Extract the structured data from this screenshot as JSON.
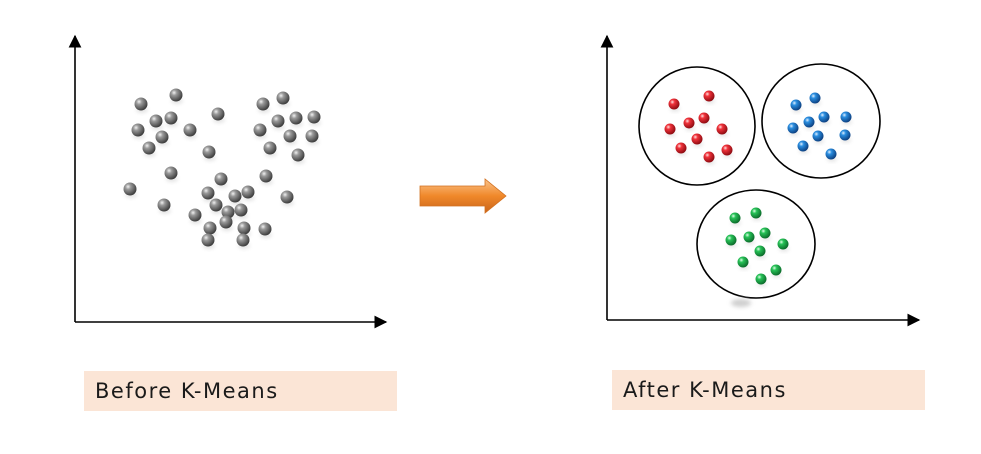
{
  "captions": {
    "before": "Before K-Means",
    "after": "After K-Means"
  },
  "colors": {
    "axis": "#000000",
    "caption_background": "#fbe5d6",
    "unclustered_point": "#7a7a7a",
    "cluster_red": "#e81b23",
    "cluster_blue": "#1f7fd0",
    "cluster_green": "#1db24a",
    "arrow": "#f0882a",
    "cluster_outline": "#000000"
  },
  "icons": {
    "transition_arrow": "right-arrow-icon"
  },
  "clusters": [
    {
      "name": "red",
      "color_key": "cluster_red"
    },
    {
      "name": "blue",
      "color_key": "cluster_blue"
    },
    {
      "name": "green",
      "color_key": "cluster_green"
    }
  ]
}
